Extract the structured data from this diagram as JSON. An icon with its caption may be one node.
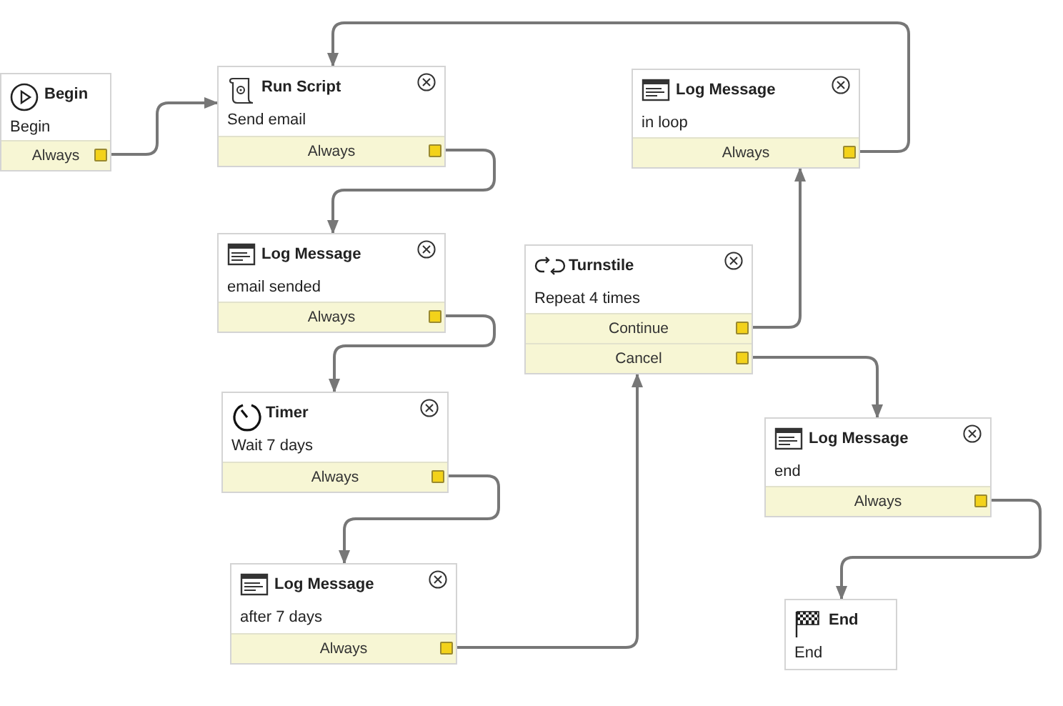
{
  "diagram": {
    "nodes": [
      {
        "text": [
          "Begin",
          "Begin",
          "Always"
        ]
      },
      {
        "text": [
          "Run Script",
          "Send email",
          "Always"
        ]
      },
      {
        "text": [
          "Log Message",
          "email sended",
          "Always"
        ]
      },
      {
        "text": [
          "Timer",
          "Wait 7 days",
          "Always"
        ]
      },
      {
        "text": [
          "Log Message",
          "after 7 days",
          "Always"
        ]
      },
      {
        "text": [
          "Turnstile",
          "Repeat 4 times",
          "Continue",
          "Cancel"
        ]
      },
      {
        "text": [
          "Log Message",
          "in loop",
          "Always"
        ]
      },
      {
        "text": [
          "Log Message",
          "end",
          "Always"
        ]
      },
      {
        "text": [
          "End",
          "End"
        ]
      }
    ],
    "edges": [
      {
        "from": 0,
        "to": 1,
        "arrow": "to"
      },
      {
        "from": 1,
        "to": 2,
        "arrow": "to"
      },
      {
        "from": 2,
        "to": 3,
        "arrow": "to"
      },
      {
        "from": 3,
        "to": 4,
        "arrow": "to"
      },
      {
        "from": 4,
        "to": 5,
        "arrow": "to"
      },
      {
        "from": 5,
        "to": 6,
        "arrow": "to"
      },
      {
        "from": 6,
        "to": 1,
        "arrow": "to"
      },
      {
        "from": 5,
        "to": 7,
        "arrow": "to"
      },
      {
        "from": 7,
        "to": 8,
        "arrow": "to"
      }
    ]
  }
}
